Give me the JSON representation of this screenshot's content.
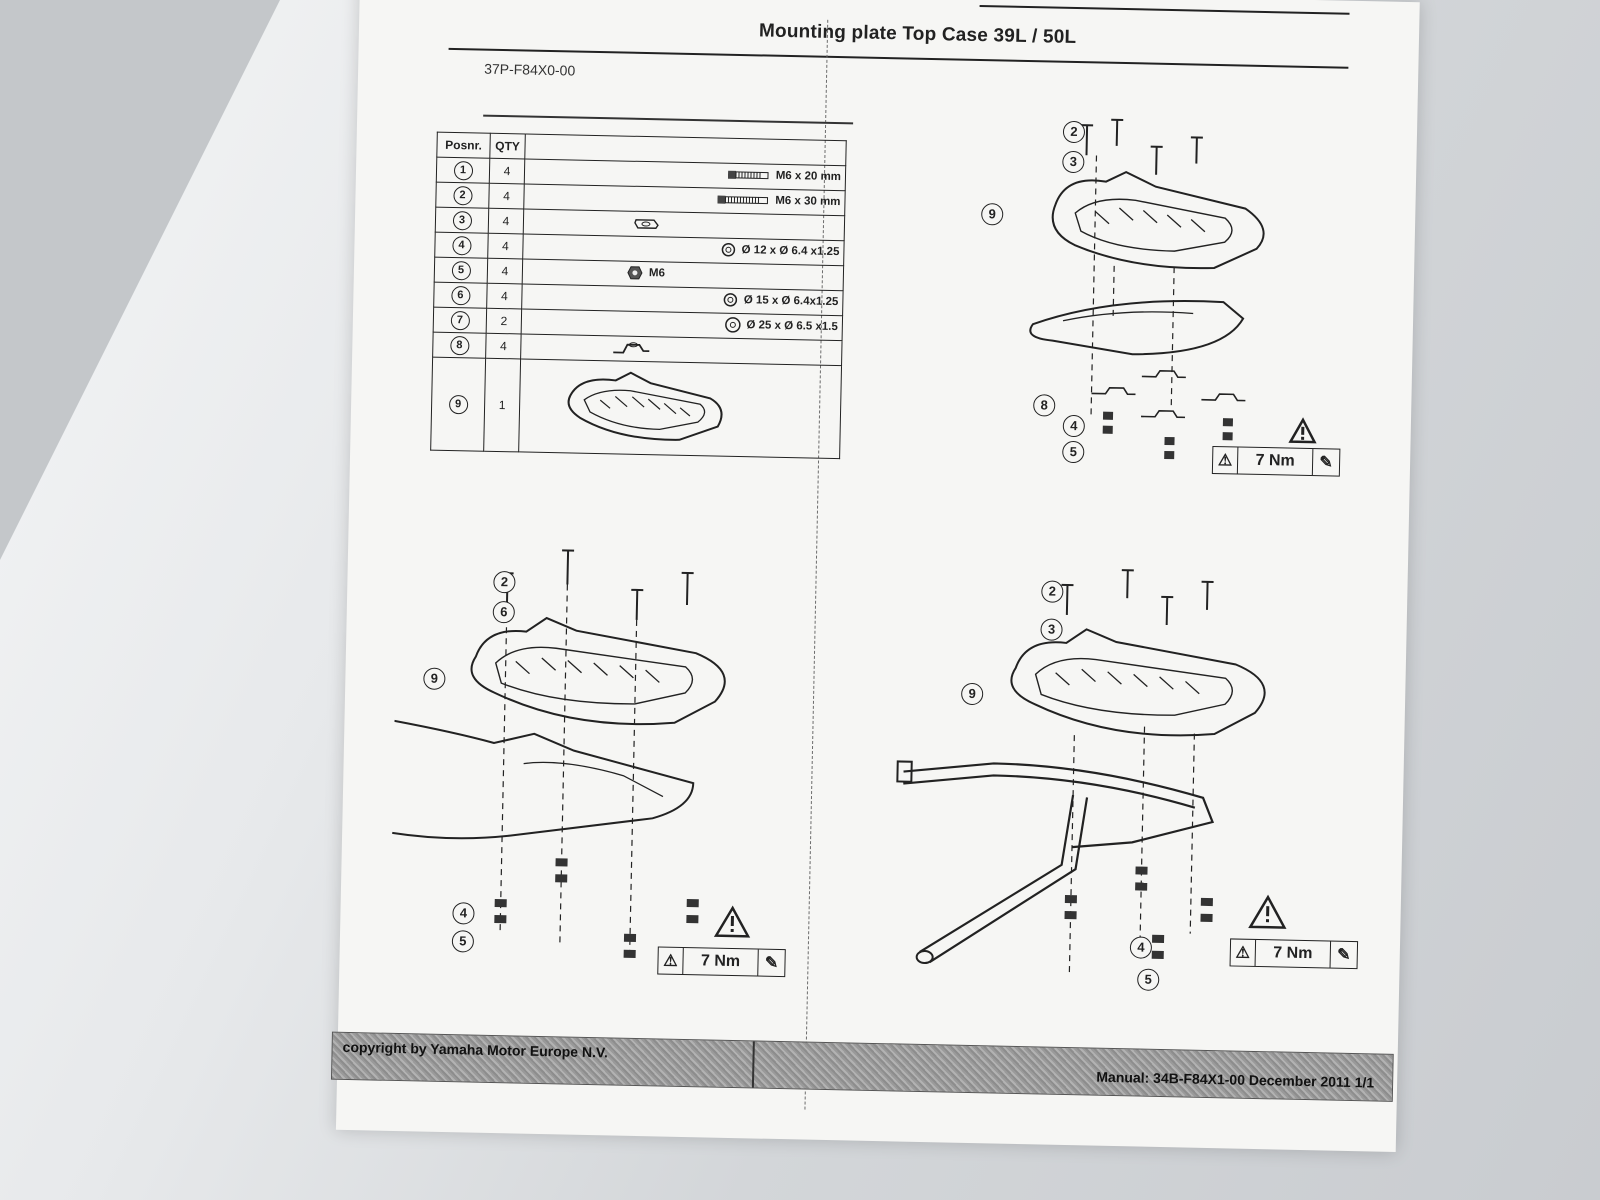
{
  "document": {
    "title": "Mounting plate Top Case 39L / 50L",
    "part_code": "37P-F84X0-00"
  },
  "parts_table": {
    "headers": [
      "Posnr.",
      "QTY"
    ],
    "rows": [
      {
        "pos": "1",
        "qty": "4",
        "desc": "M6 x 20 mm",
        "icon": "bolt-short-icon"
      },
      {
        "pos": "2",
        "qty": "4",
        "desc": "M6 x 30 mm",
        "icon": "bolt-long-icon"
      },
      {
        "pos": "3",
        "qty": "4",
        "desc": "",
        "icon": "spacer-plate-icon"
      },
      {
        "pos": "4",
        "qty": "4",
        "desc": "Ø 12 x Ø 6.4 x1.25",
        "icon": "washer-icon"
      },
      {
        "pos": "5",
        "qty": "4",
        "desc": "M6",
        "icon": "nut-icon"
      },
      {
        "pos": "6",
        "qty": "4",
        "desc": "Ø 15 x Ø 6.4x1.25",
        "icon": "washer-icon"
      },
      {
        "pos": "7",
        "qty": "2",
        "desc": "Ø 25 x Ø 6.5 x1.5",
        "icon": "washer-icon"
      },
      {
        "pos": "8",
        "qty": "4",
        "desc": "",
        "icon": "bracket-clip-icon"
      },
      {
        "pos": "9",
        "qty": "1",
        "desc": "",
        "icon": "mounting-plate-icon"
      }
    ]
  },
  "callouts": {
    "c2": "2",
    "c3": "3",
    "c4": "4",
    "c5": "5",
    "c6": "6",
    "c8": "8",
    "c9": "9"
  },
  "torque_label": "7 Nm",
  "footer": {
    "copyright": "copyright by Yamaha Motor Europe N.V.",
    "manual": "Manual: 34B-F84X1-00 December 2011 1/1"
  }
}
